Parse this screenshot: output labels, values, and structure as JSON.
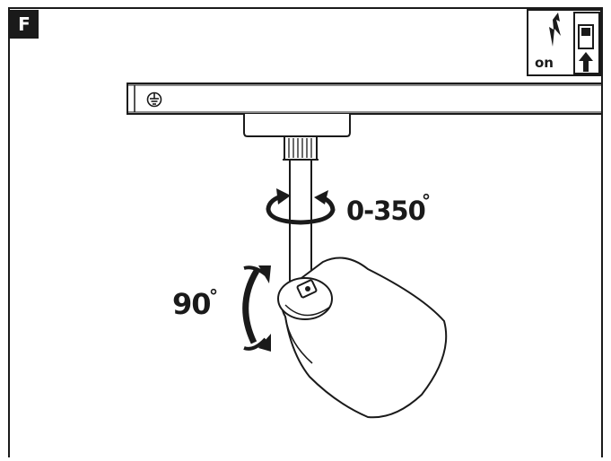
{
  "step": {
    "letter": "F"
  },
  "breaker": {
    "state_label": "on"
  },
  "rotation": {
    "horizontal": {
      "label": "0-350",
      "degree_symbol": "°"
    },
    "vertical": {
      "label": "90",
      "degree_symbol": "°"
    }
  },
  "icons": [
    "ground-symbol-icon",
    "voltage-lightning-icon",
    "circuit-breaker-icon",
    "rotate-arrow-icon",
    "tilt-arrow-icon"
  ],
  "colors": {
    "ink": "#1a1a1a",
    "background": "#ffffff"
  }
}
